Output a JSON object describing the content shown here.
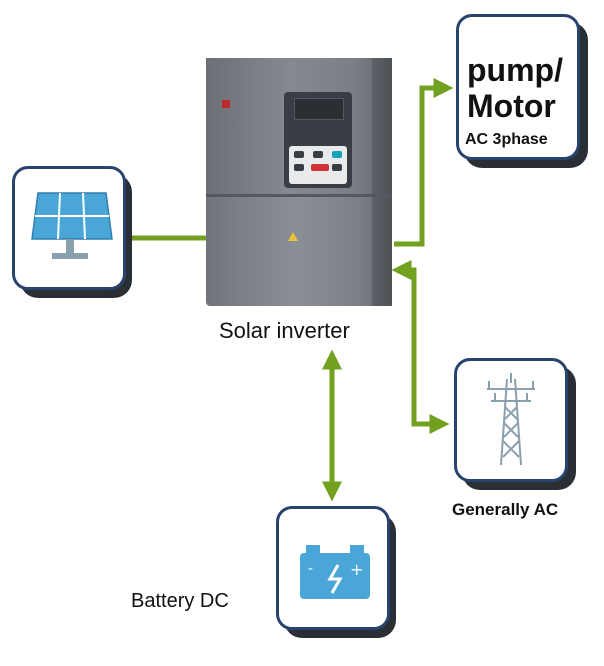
{
  "labels": {
    "inverter": "Solar inverter",
    "pump_line1": "pump/",
    "pump_line2": "Motor",
    "pump_sub": "AC 3phase",
    "grid": "Generally AC",
    "battery": "Battery DC"
  },
  "colors": {
    "arrow": "#72a01f",
    "card_border": "#27436e",
    "icon_blue": "#4aa6d6"
  },
  "icons": {
    "solar_panel": "solar-panel-icon",
    "transmission_tower": "transmission-tower-icon",
    "battery": "battery-icon",
    "inverter": "inverter-device"
  }
}
